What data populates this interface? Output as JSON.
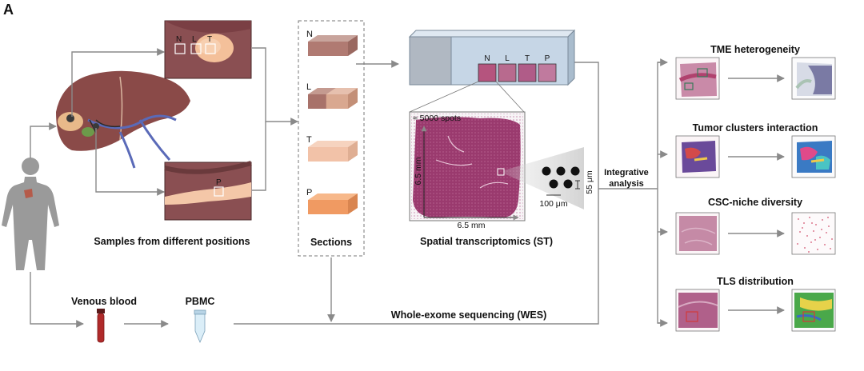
{
  "panel_label": "A",
  "samples": {
    "caption": "Samples from different positions",
    "tumor_labels": [
      "N",
      "L",
      "T"
    ],
    "portal_label": "P"
  },
  "sections": {
    "caption": "Sections",
    "items": [
      {
        "label": "N",
        "top_color": "#c8a49c",
        "front_color": "#b07a72",
        "side_color": "#9a6860"
      },
      {
        "label": "L",
        "top_color": "#e6c0ae",
        "front_color": "#d9a890",
        "side_color": "#c38f77"
      },
      {
        "label": "T",
        "top_color": "#f6d3bf",
        "front_color": "#f2c2a8",
        "side_color": "#dfae93"
      },
      {
        "label": "P",
        "top_color": "#f7b88a",
        "front_color": "#f09a62",
        "side_color": "#d98550"
      }
    ]
  },
  "slide": {
    "labels": [
      "N",
      "L",
      "T",
      "P"
    ]
  },
  "st": {
    "caption": "Spatial transcriptomics (ST)",
    "spots_label": "≈ 5000 spots",
    "width_label": "6.5 mm",
    "height_label": "6.5 mm",
    "spot_spacing": "100 μm",
    "spot_diameter": "55 μm"
  },
  "integrative": {
    "line1": "Integrative",
    "line2": "analysis"
  },
  "outputs": [
    {
      "title": "TME heterogeneity"
    },
    {
      "title": "Tumor clusters interaction"
    },
    {
      "title": "CSC-niche diversity"
    },
    {
      "title": "TLS distribution"
    }
  ],
  "blood": {
    "venous_label": "Venous blood",
    "pbmc_label": "PBMC",
    "wes_label": "Whole-exome sequencing (WES)"
  },
  "colors": {
    "arrow": "#8a8a8a",
    "tissue": "#9a3a6e",
    "he_pink": "#c98aa8",
    "liver": "#8a4a48",
    "human": "#9a9a9a"
  }
}
